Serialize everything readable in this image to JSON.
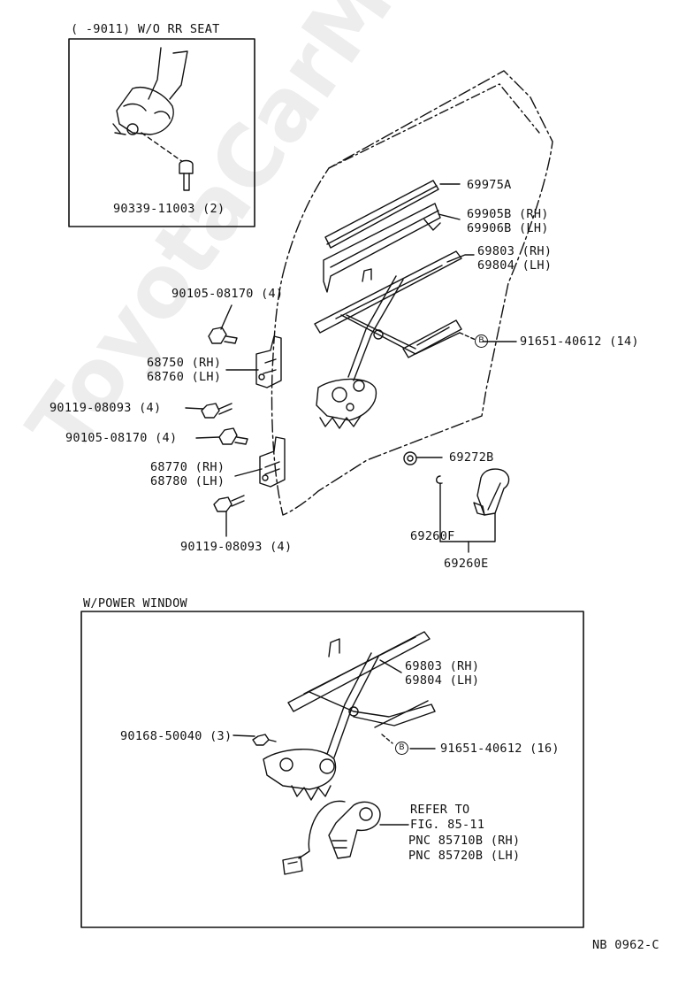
{
  "watermark": "ToyotaCarMine.ru",
  "inset_top": {
    "title": "(       -9011) W/O RR SEAT",
    "part": "90339-11003 (2)"
  },
  "main_parts": {
    "p69975A": "69975A",
    "p69905B": "69905B (RH)",
    "p69906B": "69906B (LH)",
    "p69803": "69803 (RH)",
    "p69804": "69804 (LH)",
    "p90105a": "90105-08170 (4)",
    "p91651": "91651-40612 (14)",
    "p68750": "68750 (RH)",
    "p68760": "68760 (LH)",
    "p90119a": "90119-08093 (4)",
    "p90105b": "90105-08170 (4)",
    "p68770": "68770 (RH)",
    "p68780": "68780 (LH)",
    "p69272B": "69272B",
    "p69260F": "69260F",
    "p69260E": "69260E",
    "p90119b": "90119-08093 (4)",
    "marker": "B"
  },
  "inset_power": {
    "title": "W/POWER WINDOW",
    "p69803": "69803 (RH)",
    "p69804": "69804 (LH)",
    "p90168": "90168-50040 (3)",
    "p91651": "91651-40612 (16)",
    "refer1": "REFER TO",
    "refer2": "FIG. 85-11",
    "refer3": "PNC 85710B (RH)",
    "refer4": "PNC 85720B (LH)",
    "marker": "B"
  },
  "footer": {
    "code": "NB 0962-C"
  }
}
